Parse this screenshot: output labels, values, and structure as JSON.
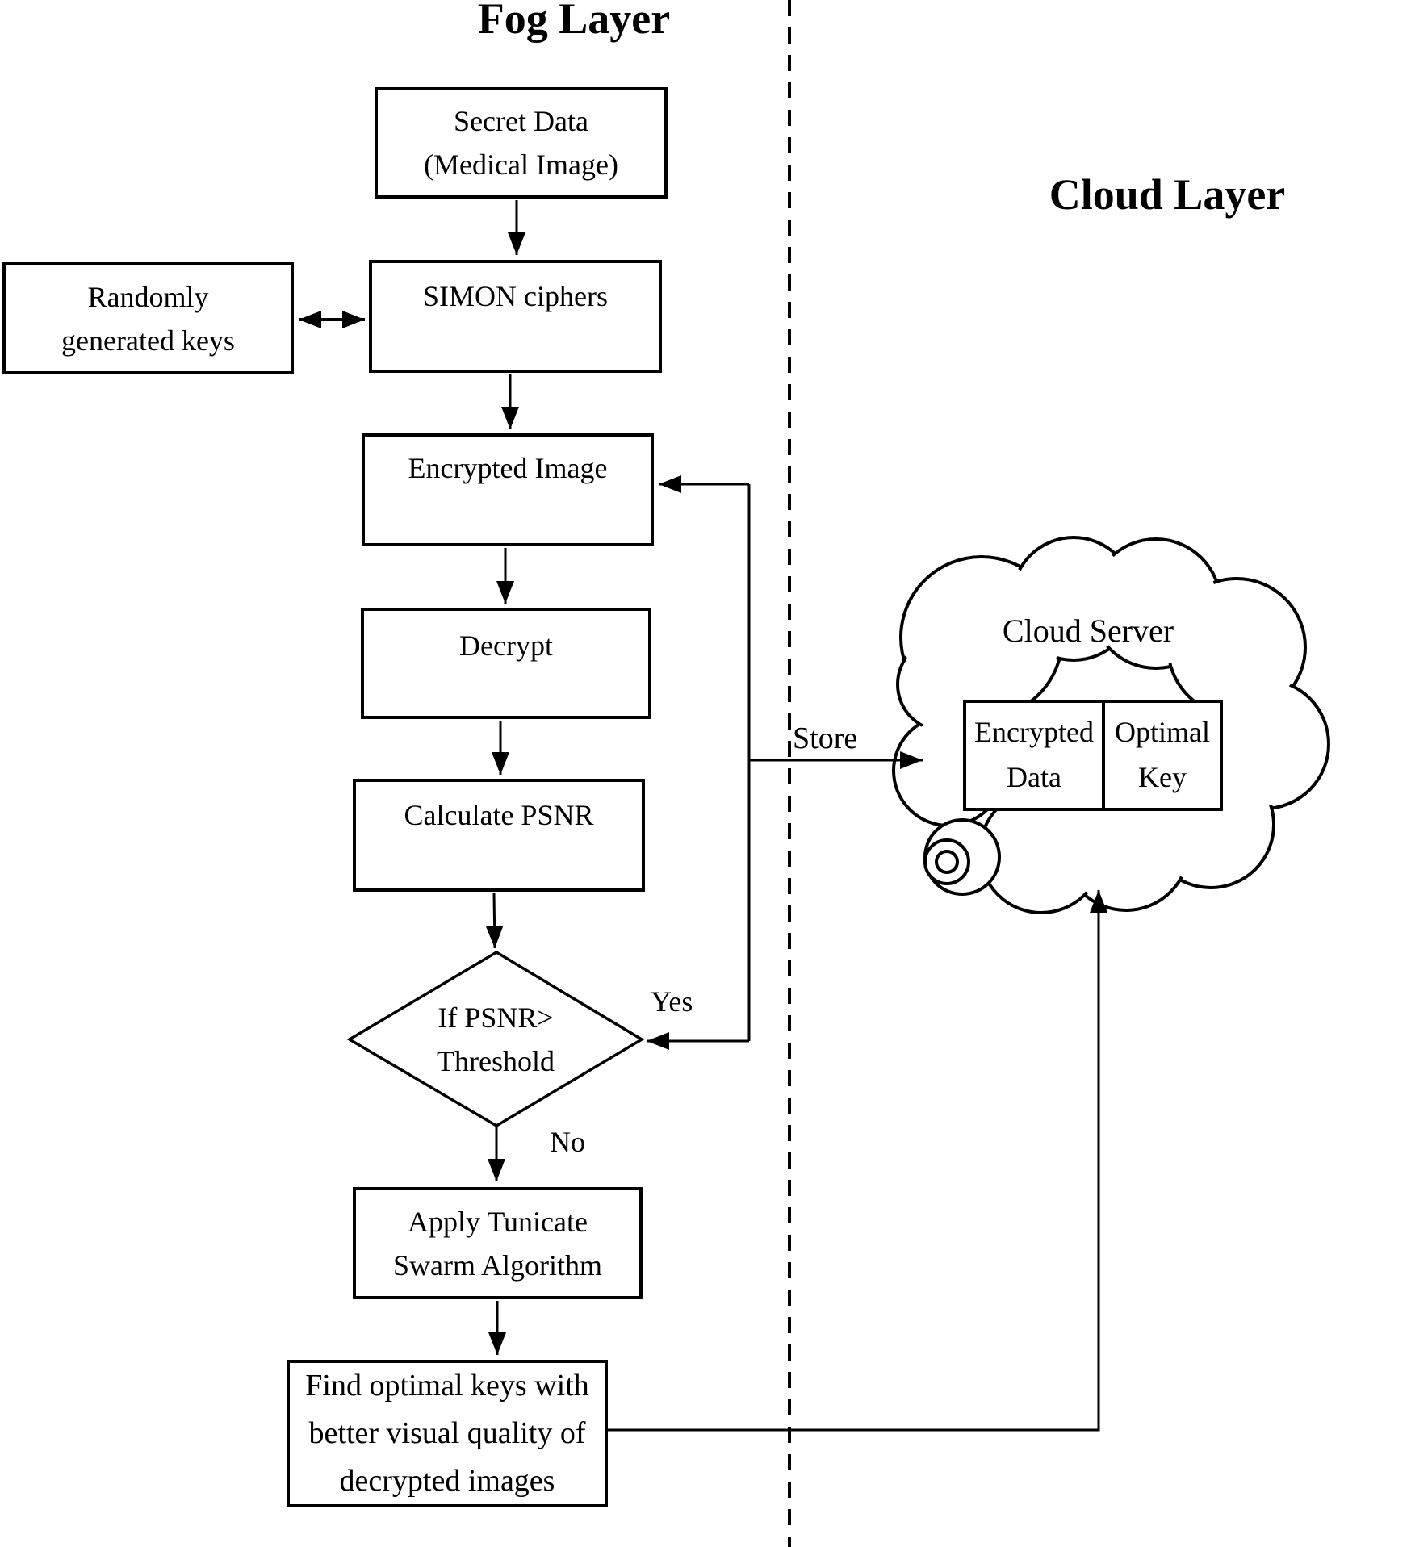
{
  "diagram": {
    "fog_layer_title": "Fog Layer",
    "cloud_layer_title": "Cloud Layer",
    "nodes": {
      "secret_data": {
        "line1": "Secret Data",
        "line2": "(Medical Image)"
      },
      "random_keys": {
        "line1": "Randomly",
        "line2": "generated keys"
      },
      "simon": {
        "label": "SIMON ciphers"
      },
      "encrypted_image": {
        "label": "Encrypted Image"
      },
      "decrypt": {
        "label": "Decrypt"
      },
      "calculate_psnr": {
        "label": "Calculate PSNR"
      },
      "decision": {
        "line1": "If PSNR>",
        "line2": "Threshold"
      },
      "apply_tsa": {
        "line1": "Apply Tunicate",
        "line2": "Swarm Algorithm"
      },
      "find_optimal": {
        "line1": "Find optimal keys with",
        "line2": "better visual quality of",
        "line3": "decrypted images"
      },
      "cloud_server": {
        "title": "Cloud Server",
        "cell1_line1": "Encrypted",
        "cell1_line2": "Data",
        "cell2_line1": "Optimal",
        "cell2_line2": "Key"
      }
    },
    "edge_labels": {
      "store": "Store",
      "yes": "Yes",
      "no": "No"
    },
    "colors": {
      "stroke": "#000000",
      "background": "#ffffff"
    }
  }
}
